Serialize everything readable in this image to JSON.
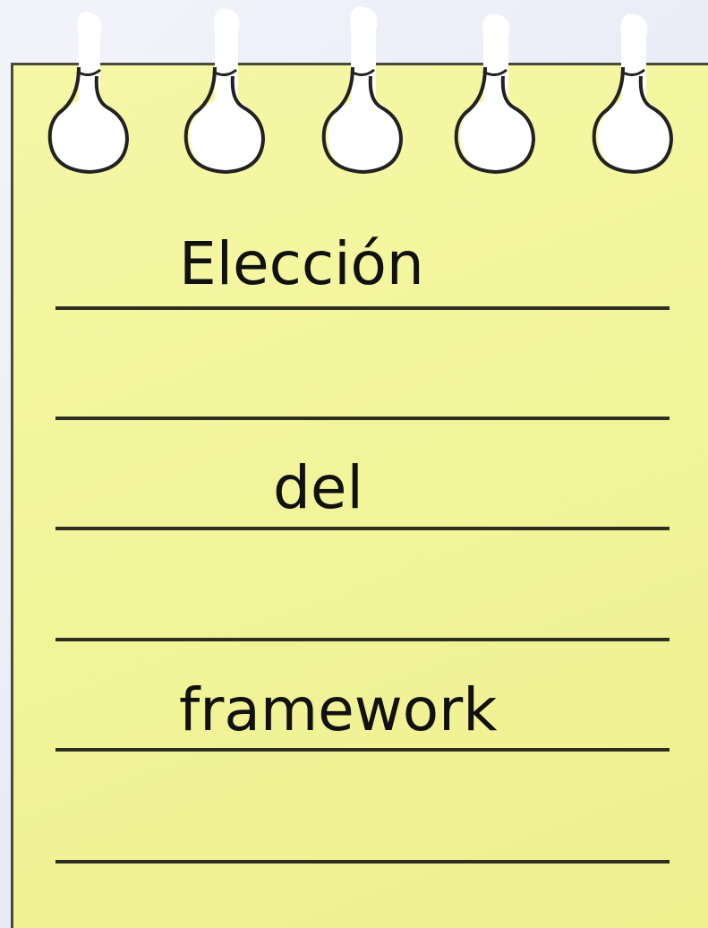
{
  "note": {
    "lines": [
      "Elección",
      "del",
      "framework"
    ]
  },
  "colors": {
    "paper": "#f3f59c",
    "ink": "#111111",
    "rule": "#2d2d22",
    "background": "#e8ebf7"
  },
  "icons": [
    "spiral-ring-icon"
  ]
}
